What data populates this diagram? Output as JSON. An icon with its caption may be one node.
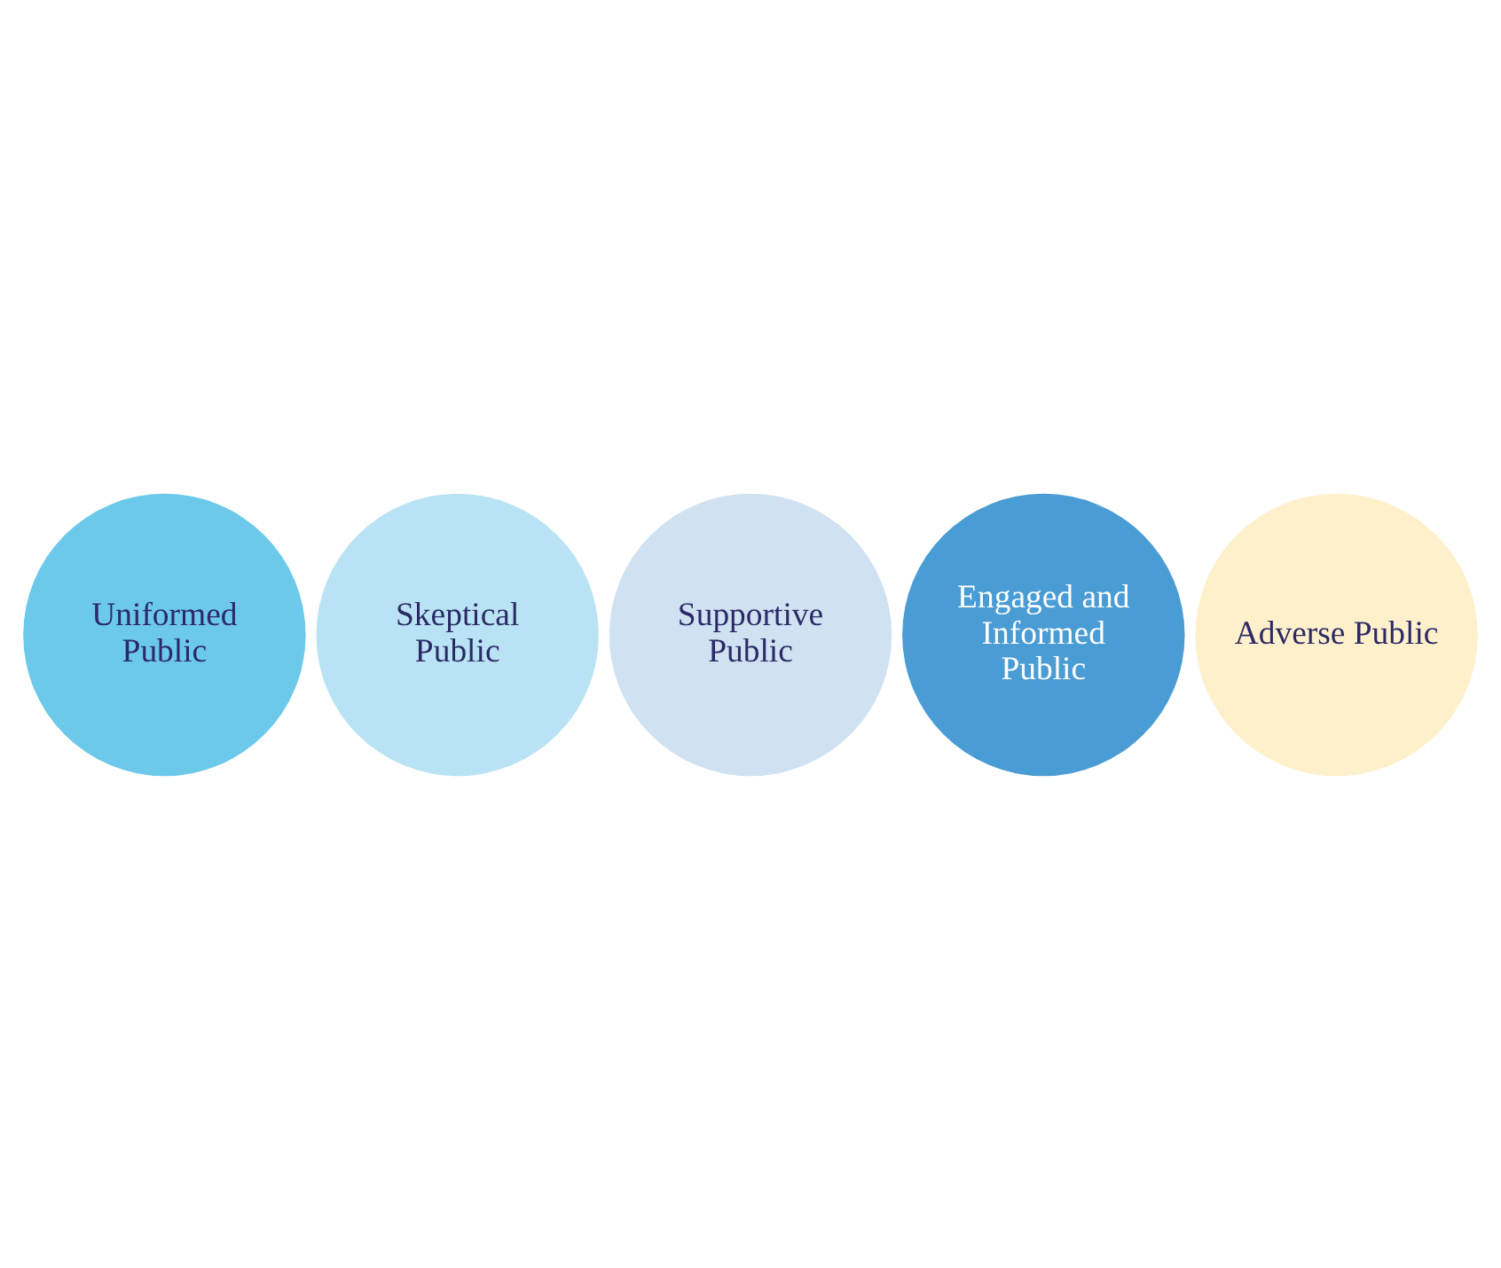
{
  "diagram": {
    "nodes": [
      {
        "text": [
          "Uniformed Public"
        ]
      },
      {
        "text": [
          "Skeptical Public"
        ]
      },
      {
        "text": [
          "Supportive Public"
        ]
      },
      {
        "text": [
          "Engaged and Informed Public"
        ]
      },
      {
        "text": [
          "Adverse Public"
        ]
      }
    ]
  }
}
